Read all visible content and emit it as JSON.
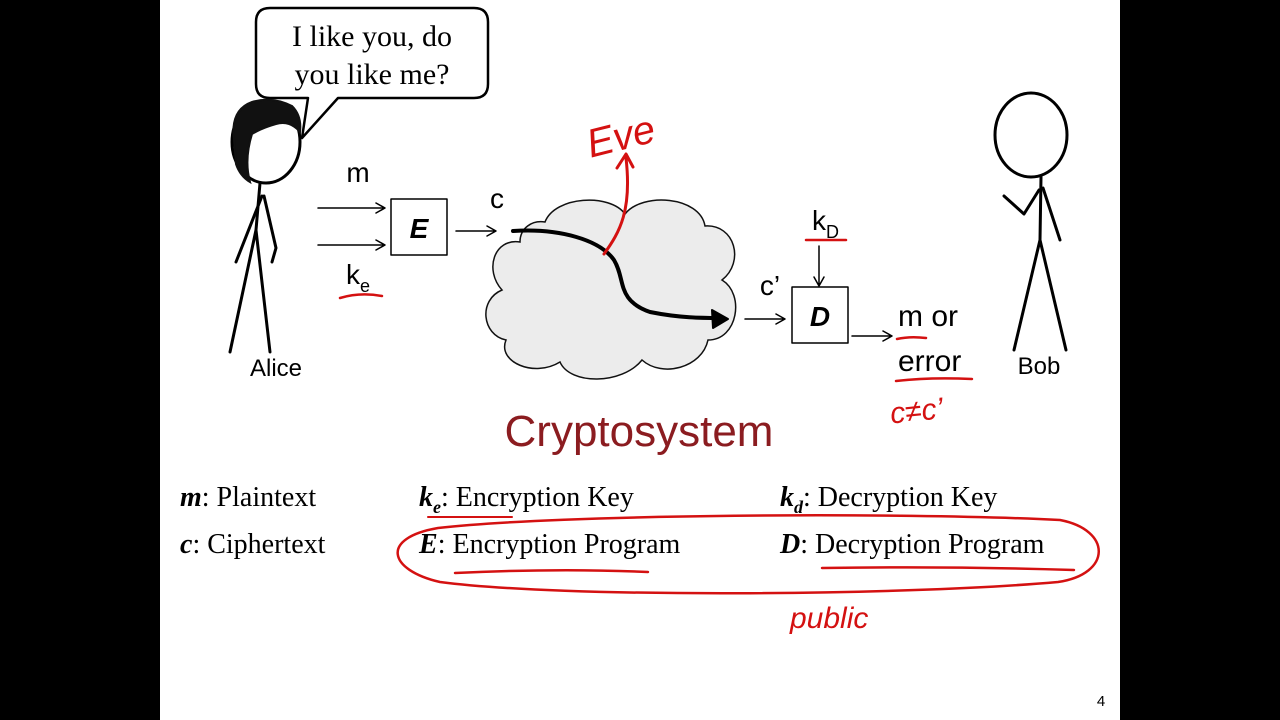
{
  "speech_bubble": {
    "line1": "I like you, do",
    "line2": "you like me?"
  },
  "alice": {
    "label": "Alice"
  },
  "bob": {
    "label": "Bob"
  },
  "labels": {
    "m": "m",
    "ke_base": "k",
    "ke_sub": "e",
    "c": "c",
    "c_prime": "c’",
    "kd_base": "k",
    "kd_sub": "D",
    "encrypt_box": "E",
    "decrypt_box": "D",
    "output_line1_m": "m",
    "output_line1_rest": " or",
    "output_line2": "error"
  },
  "annotations": {
    "eve": "Eve",
    "c_neq": "c≠c’",
    "public": "public"
  },
  "title": "Cryptosystem",
  "legend": {
    "m_term": "m",
    "m_def": ": Plaintext",
    "c_term": "c",
    "c_def": ":  Ciphertext",
    "ke_term": "k",
    "ke_sub": "e",
    "ke_def": ": Encryption Key",
    "E_term": "E",
    "E_def": ": Encryption Program",
    "kd_term": "k",
    "kd_sub": "d",
    "kd_def": ": Decryption Key",
    "D_term": "D",
    "D_def": ": Decryption Program"
  },
  "page_number": "4",
  "colors": {
    "title": "#8b1c20",
    "annotation": "#d41111",
    "background": "#ffffff",
    "letterbox": "#000000"
  }
}
